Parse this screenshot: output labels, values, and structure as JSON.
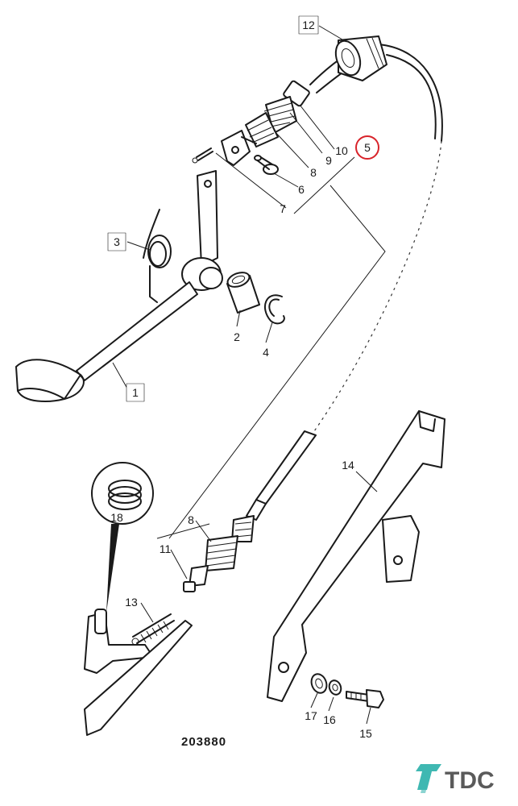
{
  "diagram": {
    "drawing_number": "203880",
    "highlight_color": "#d8232a",
    "logo": {
      "text": "TDC",
      "icon_color": "#3fb8b2",
      "text_color": "#5a5a5a"
    },
    "callouts": [
      {
        "id": "c12",
        "label": "12"
      },
      {
        "id": "c10",
        "label": "10"
      },
      {
        "id": "c9",
        "label": "9"
      },
      {
        "id": "c8a",
        "label": "8"
      },
      {
        "id": "c6",
        "label": "6"
      },
      {
        "id": "c7",
        "label": "7"
      },
      {
        "id": "c5",
        "label": "5",
        "highlighted": true
      },
      {
        "id": "c3",
        "label": "3"
      },
      {
        "id": "c2",
        "label": "2"
      },
      {
        "id": "c4",
        "label": "4"
      },
      {
        "id": "c1",
        "label": "1"
      },
      {
        "id": "c14",
        "label": "14"
      },
      {
        "id": "c18",
        "label": "18"
      },
      {
        "id": "c8b",
        "label": "8"
      },
      {
        "id": "c11",
        "label": "11"
      },
      {
        "id": "c13",
        "label": "13"
      },
      {
        "id": "c17",
        "label": "17"
      },
      {
        "id": "c16",
        "label": "16"
      },
      {
        "id": "c15",
        "label": "15"
      }
    ]
  }
}
